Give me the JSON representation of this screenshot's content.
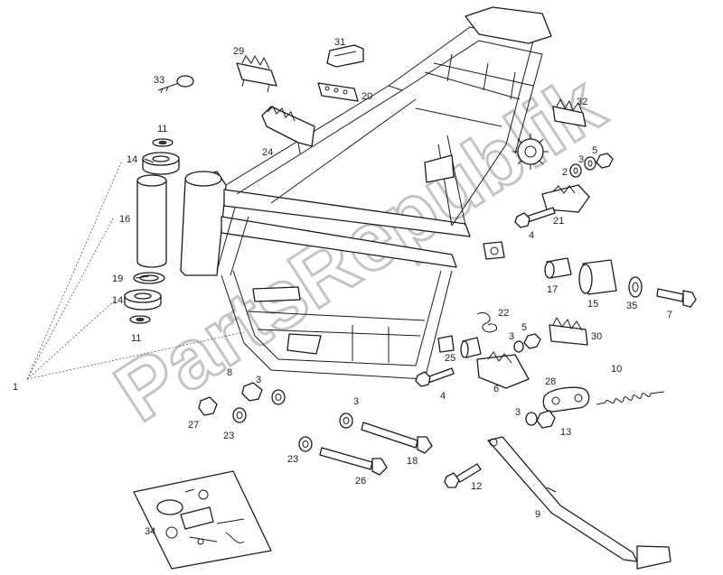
{
  "callouts": {
    "c1": "1",
    "c2": "2",
    "c3a": "3",
    "c3b": "3",
    "c3c": "3",
    "c3d": "3",
    "c3e": "3",
    "c4a": "4",
    "c4b": "4",
    "c5a": "5",
    "c5b": "5",
    "c6": "6",
    "c7": "7",
    "c8": "8",
    "c9": "9",
    "c10": "10",
    "c11a": "11",
    "c11b": "11",
    "c12": "12",
    "c13": "13",
    "c14a": "14",
    "c14b": "14",
    "c15": "15",
    "c16": "16",
    "c17": "17",
    "c18": "18",
    "c19": "19",
    "c20": "20",
    "c21": "21",
    "c22": "22",
    "c23a": "23",
    "c23b": "23",
    "c24": "24",
    "c25": "25",
    "c26": "26",
    "c27": "27",
    "c28": "28",
    "c29": "29",
    "c30": "30",
    "c31": "31",
    "c32": "32",
    "c33": "33",
    "c34": "34",
    "c35": "35"
  },
  "watermark": {
    "text": "PartsRepublik"
  },
  "icons": {
    "gear": "gear-icon"
  }
}
